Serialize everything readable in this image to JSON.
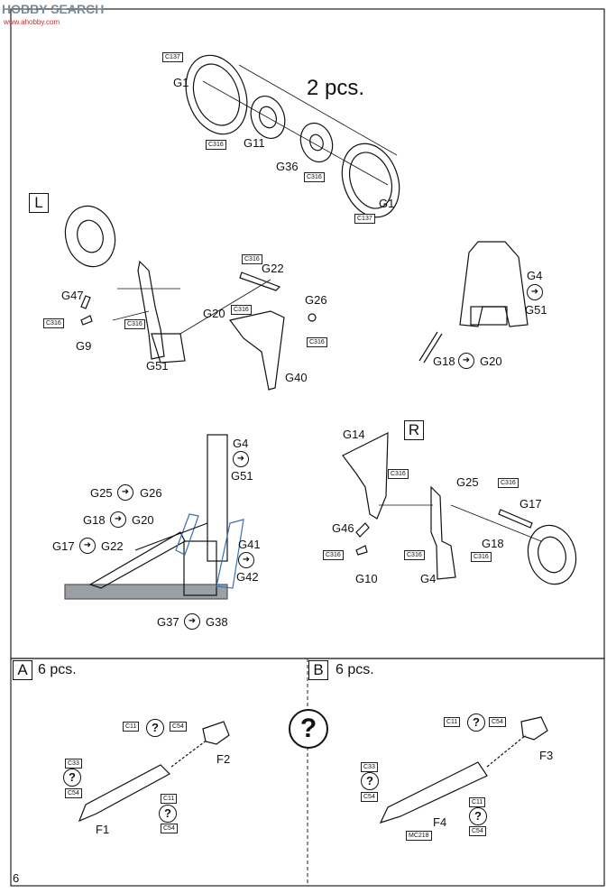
{
  "watermark": {
    "text": "HOBBY SEARCH",
    "url": "www.ahobby.com"
  },
  "page_number": "6",
  "section_wheels": {
    "qty": "2 pcs.",
    "parts": [
      "G1",
      "G11",
      "G36",
      "G1"
    ],
    "colors": [
      "C137",
      "C316",
      "C316",
      "C137"
    ]
  },
  "section_L": {
    "marker": "L",
    "parts": [
      "G47",
      "G9",
      "G51",
      "G20",
      "G22",
      "G26",
      "G40"
    ],
    "colors": [
      "C316",
      "C316",
      "C316",
      "C316",
      "C316"
    ]
  },
  "detail_upper_right": {
    "pairs": [
      {
        "a": "G4",
        "b": "G51"
      },
      {
        "a": "G18",
        "b": "G20"
      }
    ]
  },
  "detail_lower_left": {
    "pairs": [
      {
        "a": "G4",
        "b": "G51"
      },
      {
        "a": "G25",
        "b": "G26"
      },
      {
        "a": "G18",
        "b": "G20"
      },
      {
        "a": "G17",
        "b": "G22"
      },
      {
        "a": "G41",
        "b": "G42"
      },
      {
        "a": "G37",
        "b": "G38"
      }
    ]
  },
  "section_R": {
    "marker": "R",
    "parts": [
      "G14",
      "G25",
      "G17",
      "G46",
      "G18",
      "G10",
      "G4"
    ],
    "colors": [
      "C316",
      "C316",
      "C316",
      "C316",
      "C316"
    ]
  },
  "section_A": {
    "marker": "A",
    "qty": "6 pcs.",
    "parts": [
      "F2",
      "F1"
    ],
    "colors": [
      "C11",
      "C54",
      "C33",
      "C54",
      "C11",
      "C54"
    ]
  },
  "section_B": {
    "marker": "B",
    "qty": "6 pcs.",
    "parts": [
      "F3",
      "F4"
    ],
    "colors": [
      "C11",
      "C54",
      "C33",
      "C54",
      "C11",
      "MC218",
      "C54"
    ]
  },
  "question_mark": "?"
}
